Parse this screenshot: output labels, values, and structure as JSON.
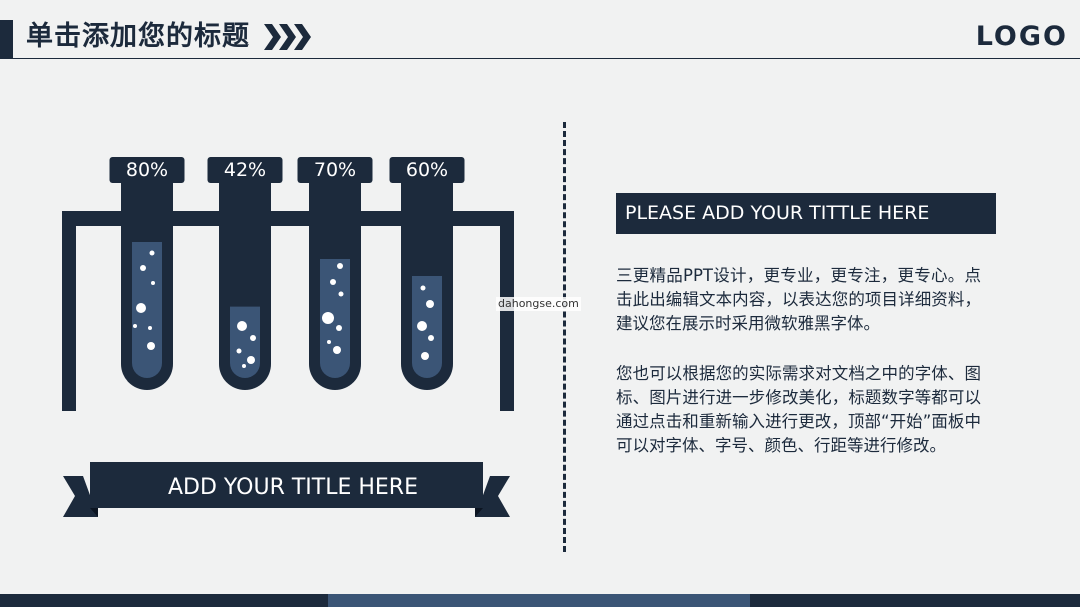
{
  "header": {
    "title": "单击添加您的标题",
    "logo": "LOGO"
  },
  "tubes": [
    {
      "label": "80%",
      "fill": 0.8
    },
    {
      "label": "42%",
      "fill": 0.42
    },
    {
      "label": "70%",
      "fill": 0.7
    },
    {
      "label": "60%",
      "fill": 0.6
    }
  ],
  "banner": {
    "text": "ADD YOUR TITLE HERE"
  },
  "right": {
    "title": "PLEASE ADD YOUR TITTLE HERE",
    "paragraph1": "三更精品PPT设计，更专业，更专注，更专心。点击此出编辑文本内容，以表达您的项目详细资料，建议您在展示时采用微软雅黑字体。",
    "paragraph2": "您也可以根据您的实际需求对文档之中的字体、图标、图片进行进一步修改美化，标题数字等都可以通过点击和重新输入进行更改，顶部“开始”面板中可以对字体、字号、颜色、行距等进行修改。"
  },
  "watermark": "dahongse.com",
  "colors": {
    "navy": "#1c2a3c",
    "liquid": "#3b5576",
    "background": "#f1f2f2"
  }
}
